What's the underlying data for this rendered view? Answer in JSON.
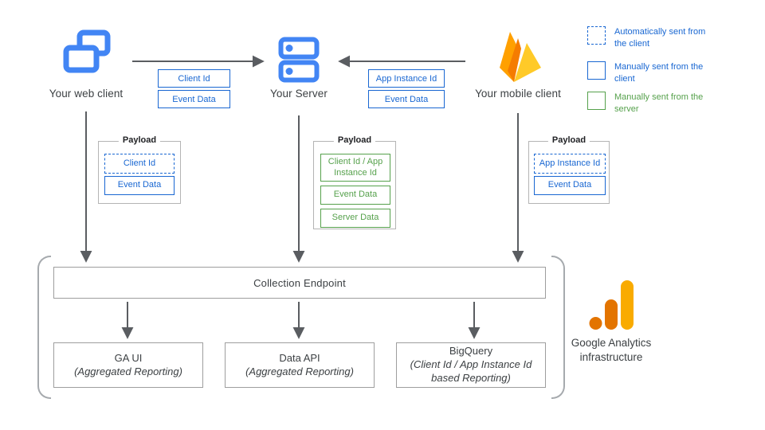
{
  "nodes": {
    "web_client": {
      "label": "Your web client"
    },
    "server": {
      "label": "Your Server"
    },
    "mobile_client": {
      "label": "Your mobile client"
    }
  },
  "flow_labels": {
    "web_to_server": [
      "Client Id",
      "Event Data"
    ],
    "mobile_to_server": [
      "App Instance Id",
      "Event Data"
    ]
  },
  "payloads": {
    "web": {
      "title": "Payload",
      "items": [
        {
          "label": "Client Id",
          "style": "dashed-blue"
        },
        {
          "label": "Event Data",
          "style": "solid-blue"
        }
      ]
    },
    "server": {
      "title": "Payload",
      "items": [
        {
          "label": "Client Id / App Instance Id",
          "style": "solid-green"
        },
        {
          "label": "Event Data",
          "style": "solid-green"
        },
        {
          "label": "Server Data",
          "style": "solid-green"
        }
      ]
    },
    "mobile": {
      "title": "Payload",
      "items": [
        {
          "label": "App Instance Id",
          "style": "dashed-blue"
        },
        {
          "label": "Event Data",
          "style": "solid-blue"
        }
      ]
    }
  },
  "legend": {
    "items": [
      {
        "label": "Automatically sent from the client",
        "swatch": "dashed-blue"
      },
      {
        "label": "Manually sent from the client",
        "swatch": "solid-blue"
      },
      {
        "label": "Manually sent from the server",
        "swatch": "solid-green"
      }
    ]
  },
  "infrastructure": {
    "endpoint_label": "Collection Endpoint",
    "outputs": [
      {
        "title": "GA UI",
        "subtitle": "(Aggregated Reporting)"
      },
      {
        "title": "Data API",
        "subtitle": "(Aggregated Reporting)"
      },
      {
        "title": "BigQuery",
        "subtitle": "(Client Id / App Instance Id based Reporting)"
      }
    ],
    "caption": "Google Analytics infrastructure"
  },
  "icons": {
    "web_client": "overlapping-browser-windows-icon",
    "server": "server-stack-icon",
    "mobile_client": "firebase-flame-icon",
    "analytics": "google-analytics-logo"
  },
  "colors": {
    "blue": "#1967d2",
    "icon_blue": "#4285f4",
    "green": "#56a14c",
    "arrow_gray": "#5a5d61",
    "box_border_gray": "#9e9e9e",
    "bracket_gray": "#a6aaae",
    "text_dark": "#3c4043",
    "firebase_amber": "#FFA000",
    "firebase_orange": "#F57C00",
    "firebase_yellow": "#FFCA28",
    "ga_orange": "#E37400",
    "ga_amber": "#F9AB00"
  }
}
